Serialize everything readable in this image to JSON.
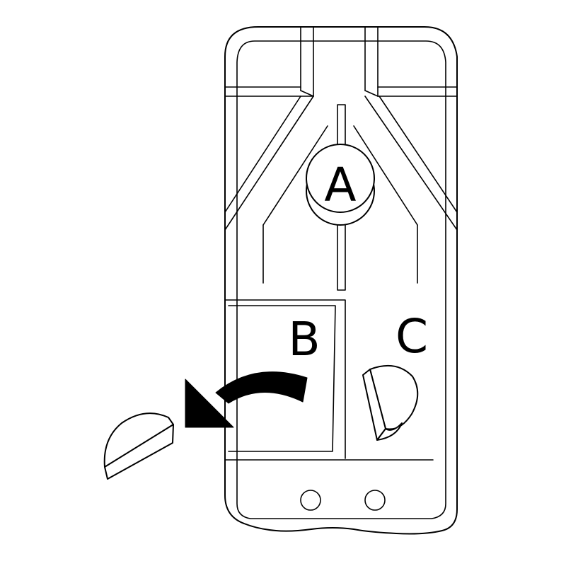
{
  "labels": {
    "a": "A",
    "b": "B",
    "c": "C"
  },
  "colors": {
    "line": "#000000",
    "background": "#ffffff"
  },
  "icons": {
    "arrow": "curved-arrow-left",
    "piece": "half-disc-wedge"
  }
}
